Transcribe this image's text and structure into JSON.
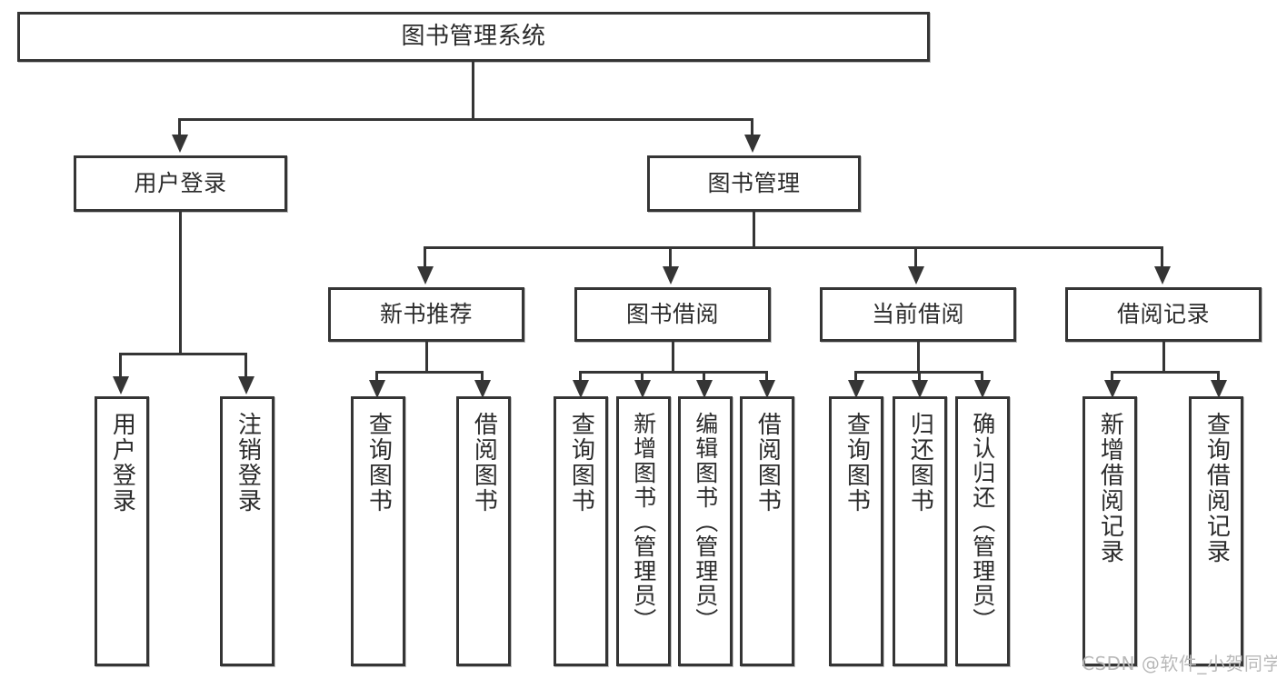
{
  "diagram": {
    "title": "图书管理系统",
    "type": "tree-hierarchy-diagram",
    "colors": {
      "stroke": "#353535",
      "fill": "#ffffff",
      "text": "#2b2b2b",
      "watermark": "#b9b9b9"
    }
  },
  "root": {
    "label": "图书管理系统"
  },
  "level2": [
    {
      "label": "用户登录"
    },
    {
      "label": "图书管理"
    }
  ],
  "level3": [
    {
      "label": "新书推荐"
    },
    {
      "label": "图书借阅"
    },
    {
      "label": "当前借阅"
    },
    {
      "label": "借阅记录"
    }
  ],
  "leaves": {
    "user_login": [
      {
        "label": "用户登录"
      },
      {
        "label": "注销登录"
      }
    ],
    "new_book_recommend": [
      {
        "label": "查询图书"
      },
      {
        "label": "借阅图书"
      }
    ],
    "book_borrow": [
      {
        "label": "查询图书"
      },
      {
        "label": "新增图书（管理员）"
      },
      {
        "label": "编辑图书（管理员）"
      },
      {
        "label": "借阅图书"
      }
    ],
    "current_borrow": [
      {
        "label": "查询图书"
      },
      {
        "label": "归还图书"
      },
      {
        "label": "确认归还（管理员）"
      }
    ],
    "borrow_record": [
      {
        "label": "新增借阅记录"
      },
      {
        "label": "查询借阅记录"
      }
    ]
  },
  "watermark": {
    "text": "CSDN @软件_小贺同学"
  }
}
